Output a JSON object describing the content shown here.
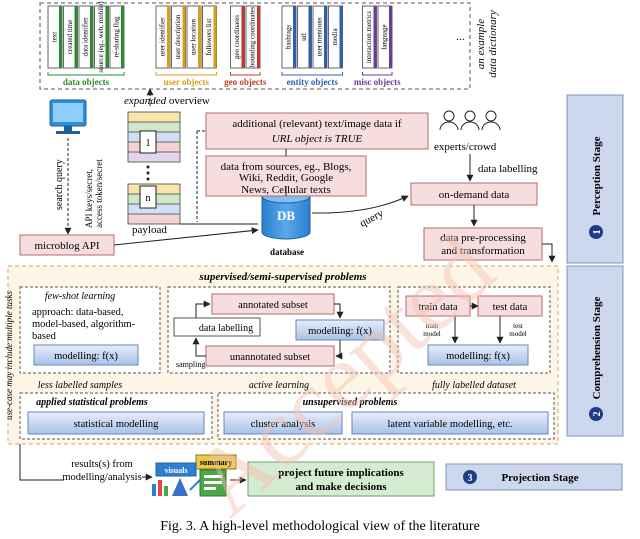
{
  "caption": "Fig. 3.  A high-level methodological view of the literature",
  "watermark": "Accepted",
  "dictionary": {
    "label_line1": "an example",
    "label_line2": "data dictionary",
    "ellipsis": "...",
    "groups": [
      {
        "title": "data objects",
        "color": "#2e8b2e",
        "fields": [
          "text",
          "created time",
          "data identifier",
          "source (eg., web, mobile)",
          "re-sharing flag"
        ]
      },
      {
        "title": "user objects",
        "color": "#d4a017",
        "fields": [
          "user identifier",
          "user description",
          "user location",
          "followers list"
        ]
      },
      {
        "title": "geo objects",
        "color": "#c0392b",
        "fields": [
          "geo coordinates",
          "bounding coordinates"
        ]
      },
      {
        "title": "entity objects",
        "color": "#2f5fb3",
        "fields": [
          "hashtags",
          "url",
          "user mentions",
          "media"
        ]
      },
      {
        "title": "misc objects",
        "color": "#6a3d9a",
        "fields": [
          "interaction metrics",
          "language"
        ]
      }
    ]
  },
  "stages": {
    "perception": {
      "num": "1",
      "label": "Perception Stage"
    },
    "comprehension": {
      "num": "2",
      "label": "Comprehension Stage"
    },
    "projection": {
      "num": "3",
      "label": "Projection Stage"
    }
  },
  "perception": {
    "expanded_overview": "expanded overview",
    "expanded_word": "expanded",
    "stack_labels": [
      "1",
      "n"
    ],
    "search_query": "search query",
    "api_keys_line1": "API keys/secret,",
    "api_keys_line2": "access token/secret",
    "microblog_api": "microblog API",
    "payload": "payload",
    "query": "query",
    "db_label": "DB",
    "database": "database",
    "url_box_line1": "additional (relevant) text/image data if",
    "url_box_line2": "URL object is TRUE",
    "sources_line1": "data from sources, eg., Blogs,",
    "sources_line2": "Wiki,  Reddit, Google",
    "sources_line3": "News, Cellular texts",
    "experts": "experts/crowd",
    "data_labelling": "data labelling",
    "on_demand": "on-demand data",
    "preprocess_line1": "data pre-processing",
    "preprocess_line2": "and transformation"
  },
  "comprehension": {
    "side_note": "use-case may include multiple tasks",
    "supervised_title": "supervised/semi-supervised problems",
    "few_shot_title": "few-shot learning",
    "approach_line1": "approach: data-based,",
    "approach_line2": "model-based, algorithm-",
    "approach_line3": "based",
    "modelling_fx": "modelling: f(x)",
    "less_labelled": "less labelled samples",
    "annotated": "annotated subset",
    "data_labelling": "data labelling",
    "unannotated": "unannotated subset",
    "sampling": "sampling",
    "active_learning": "active learning",
    "train_data": "train data",
    "test_data": "test data",
    "train_model_line1": "train",
    "train_model_line2": "model",
    "test_model_line1": "test",
    "test_model_line2": "model",
    "fully_labelled": "fully labelled dataset",
    "applied_title": "applied statistical problems",
    "statistical": "statistical modelling",
    "unsupervised_title": "unsupervised problems",
    "cluster": "cluster analysis",
    "latent": "latent variable modelling, etc."
  },
  "projection": {
    "results_line1": "results(s) from",
    "results_line2": "modelling/analysis",
    "visuals": "visuals",
    "summary": "summary",
    "future_line1": "project future implications",
    "future_line2": "and make decisions"
  }
}
